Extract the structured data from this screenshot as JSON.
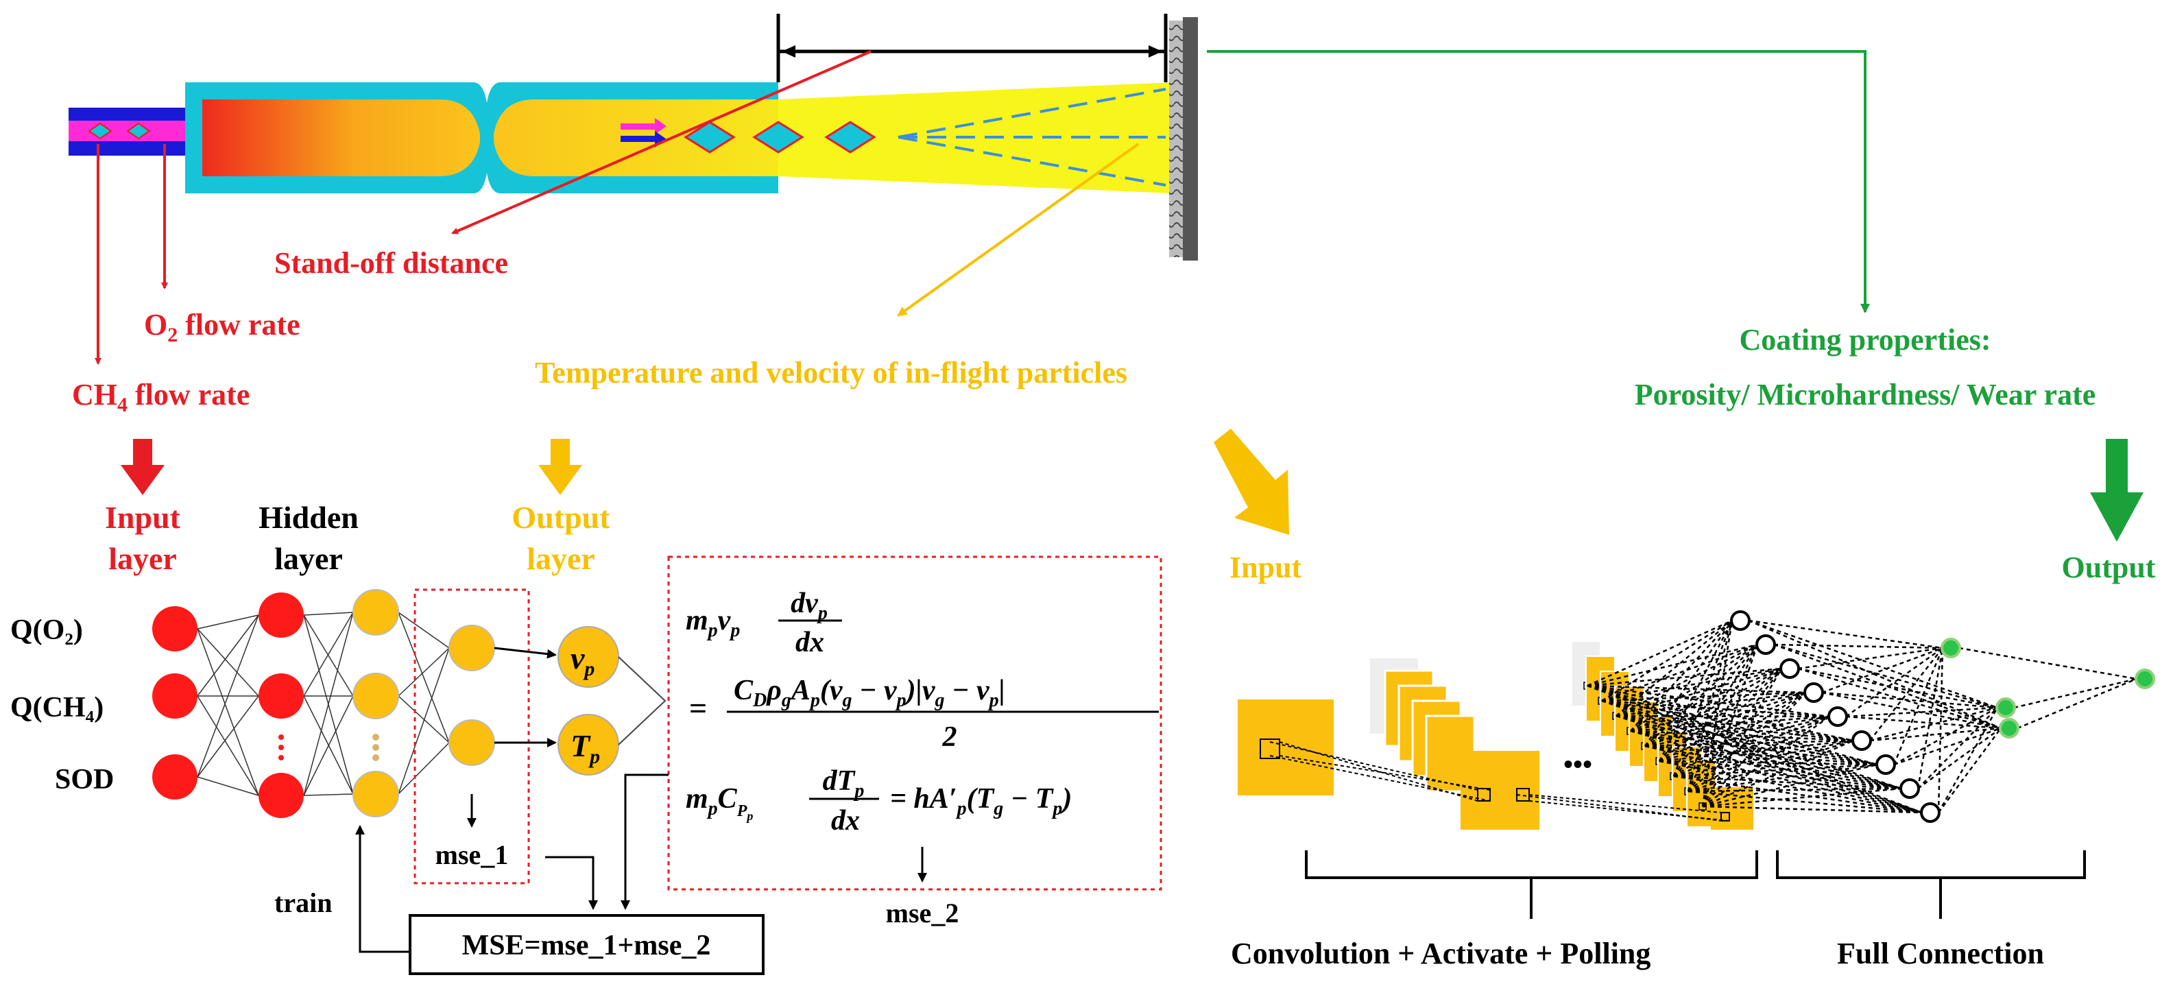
{
  "labels": {
    "standoff": "Stand-off distance",
    "o2_main": "O",
    "o2_sub": "2",
    "o2_rest": " flow rate",
    "ch4_main": "CH",
    "ch4_sub": "4",
    "ch4_rest": " flow rate",
    "particles": "Temperature and velocity of in-flight particles",
    "coating_title": "Coating properties:",
    "coating_list": "Porosity/ Microhardness/ Wear rate"
  },
  "ann": {
    "input_line1": "Input",
    "input_line2": "layer",
    "hidden_line1": "Hidden",
    "hidden_line2": "layer",
    "output_line1": "Output",
    "output_line2": "layer",
    "in_o2": "Q(O₂)",
    "in_ch4": "Q(CH₄)",
    "in_sod": "SOD",
    "vp": "v",
    "tp": "T",
    "p_sub": "p",
    "mse1": "mse_1",
    "mse2": "mse_2",
    "train": "train",
    "mse_total": "MSE=mse_1+mse_2"
  },
  "equations": {
    "eq1_left": "m",
    "eq1_frac_num": "dv",
    "eq1_frac_den": "dx",
    "eq1_rhs_num": "C",
    "eq1_rhs_den": "2",
    "eq2_num": "dT",
    "eq2_den": "dx",
    "eq2_rhs": "= hA′"
  },
  "cnn": {
    "input_label": "Input",
    "output_label": "Output",
    "dots": "•••",
    "conv_label": "Convolution + Activate + Polling",
    "fc_label": "Full Connection"
  },
  "colors": {
    "red": "#e81c24",
    "orange": "#f7c000",
    "green": "#1ba13a",
    "cyan": "#17c3d6",
    "blue": "#1a1ad6",
    "magenta": "#ff2bd6",
    "yellow": "#f7f51c"
  }
}
